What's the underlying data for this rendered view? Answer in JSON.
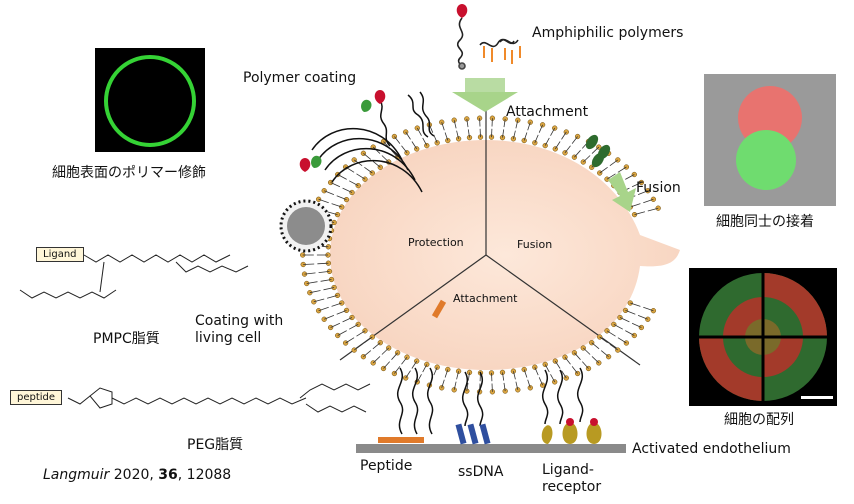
{
  "labels": {
    "amphiphilic_polymers": "Amphiphilic polymers",
    "polymer_coating": "Polymer coating",
    "attachment_top": "Attachment",
    "fusion_arrow": "Fusion",
    "protection": "Protection",
    "fusion_inner": "Fusion",
    "attachment_inner": "Attachment",
    "coating_living_cell": "Coating with\nliving cell",
    "peptide": "Peptide",
    "ssdna": "ssDNA",
    "ligand_receptor": "Ligand-\nreceptor",
    "activated_endothelium": "Activated endothelium"
  },
  "captions": {
    "cell_surface_polymer": "細胞表面のポリマー修飾",
    "cell_adhesion": "細胞同士の接着",
    "pmpc_lipid": "PMPC脂質",
    "cell_array": "細胞の配列",
    "peg_lipid": "PEG脂質"
  },
  "chem": {
    "ligand_box": "Ligand",
    "peptide_box": "peptide"
  },
  "citation": {
    "journal": "Langmuir",
    "year": "2020,",
    "volume": "36",
    "pages": ", 12088"
  },
  "colors": {
    "cell_fill": "#fbe3d4",
    "lipid_head": "#d9a441",
    "green_ring": "#3bd13b",
    "red_cell": "#e8736f",
    "green_cell": "#6fdc6f",
    "arrow_green": "#a8d48a"
  }
}
